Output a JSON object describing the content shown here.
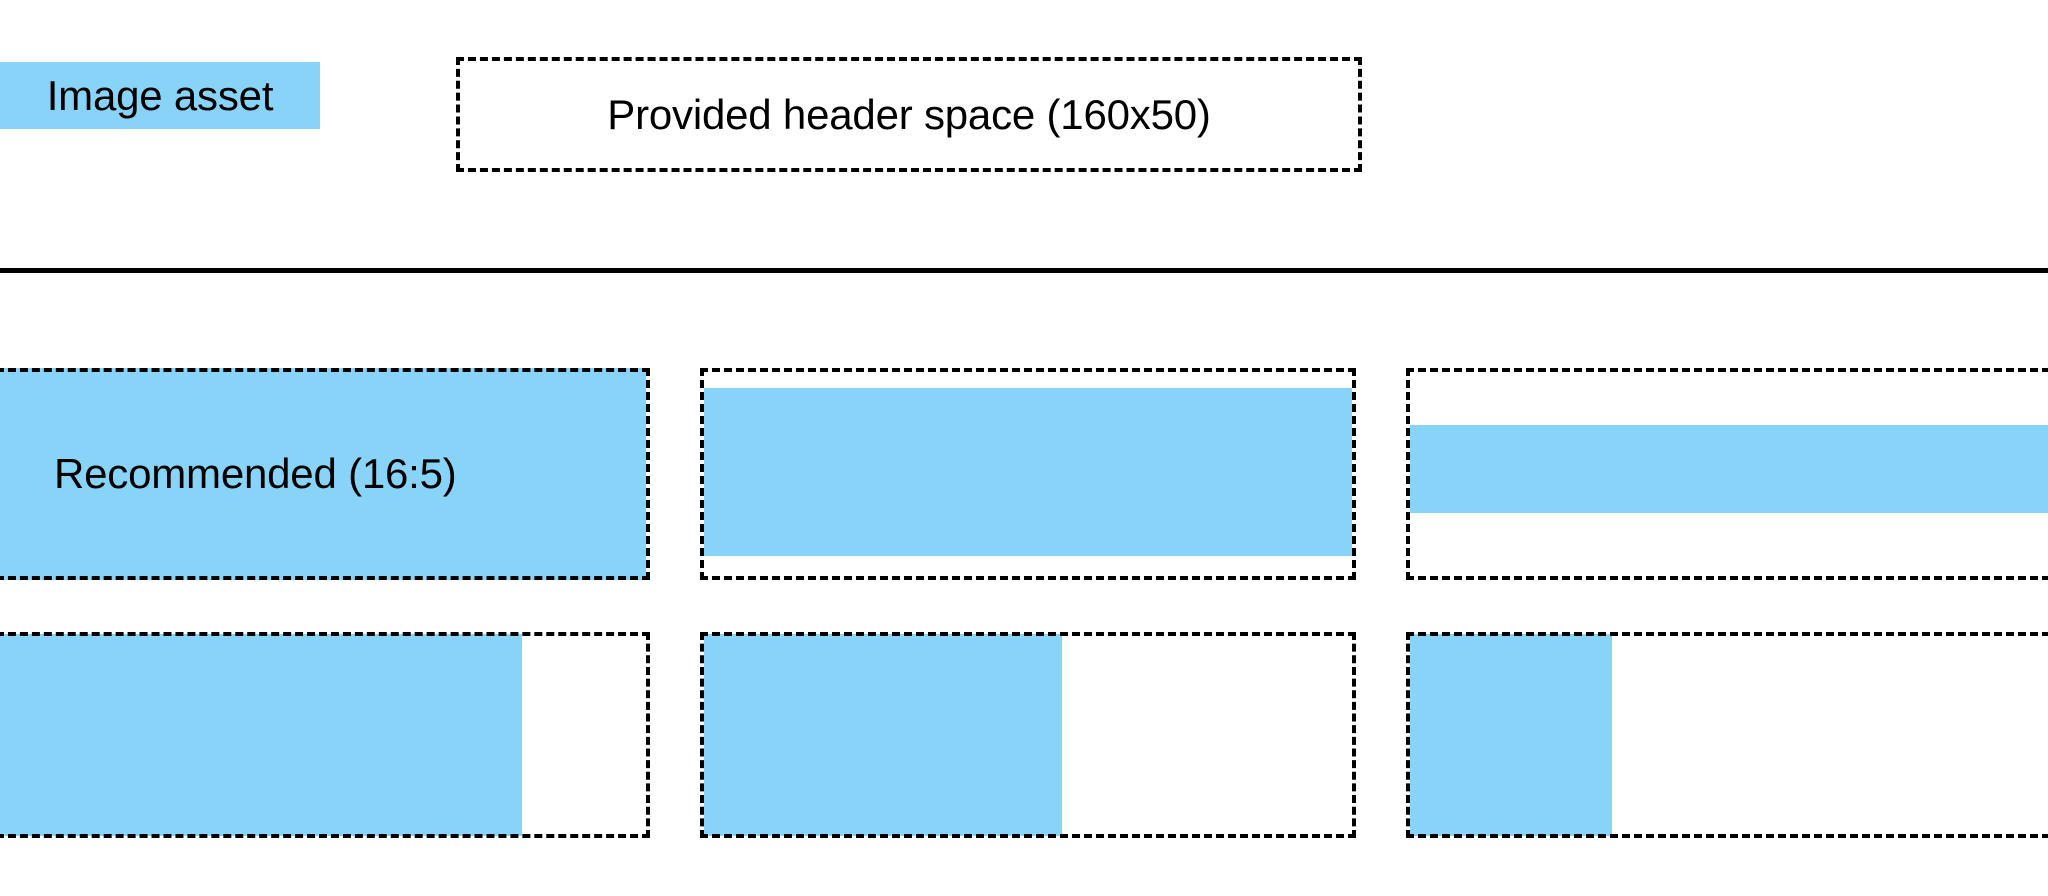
{
  "page": {
    "background_color": "#ffffff",
    "accent_color": "#87d4f8",
    "outline_color": "#000000"
  },
  "header": {
    "asset_swatch_label": "Image asset",
    "provided_space_label": "Provided header space (160x50)"
  },
  "divider": {
    "present": true
  },
  "examples": {
    "row_recommended": {
      "cells": [
        {
          "caption": "Recommended (16:5)",
          "fit": "fills-frame"
        },
        {
          "caption": "",
          "fit": "letterboxed"
        },
        {
          "caption": "",
          "fit": "thin-band"
        }
      ]
    },
    "row_pillarboxed": {
      "cells": [
        {
          "caption": "",
          "fit": "wide-left-anchored"
        },
        {
          "caption": "",
          "fit": "medium-left-anchored"
        },
        {
          "caption": "",
          "fit": "narrow-left-anchored"
        }
      ]
    }
  }
}
